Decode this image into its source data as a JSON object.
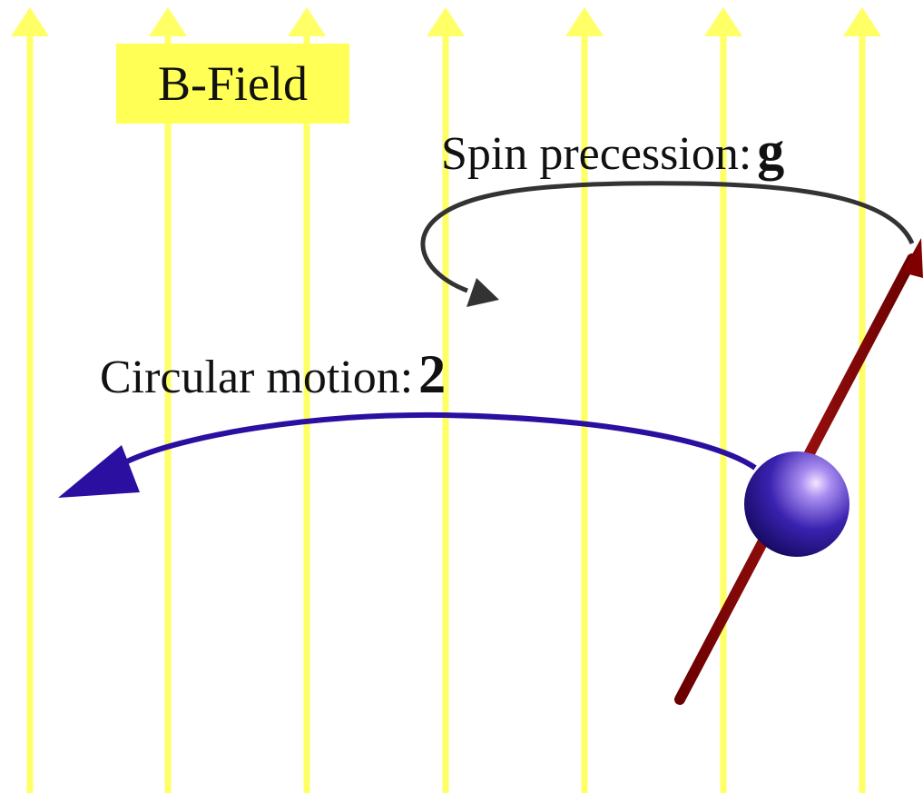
{
  "field_label": "B-Field",
  "spin_precession": {
    "label": "Spin precession:",
    "value": "g"
  },
  "circular_motion": {
    "label": "Circular motion:",
    "value": "2"
  },
  "colors": {
    "field_lines": "#ffff66",
    "field_label_bg": "#ffff55",
    "spin_arrow": "#333333",
    "spin_axis": "#800000",
    "orbit_arrow": "#2a0fa0",
    "particle": "#2a1a9a",
    "text": "#111111"
  },
  "icons": {
    "field_line": "up-arrow",
    "particle": "sphere",
    "spin_axis": "arrow",
    "precession": "curved-arrow",
    "orbit": "curved-arrow"
  }
}
